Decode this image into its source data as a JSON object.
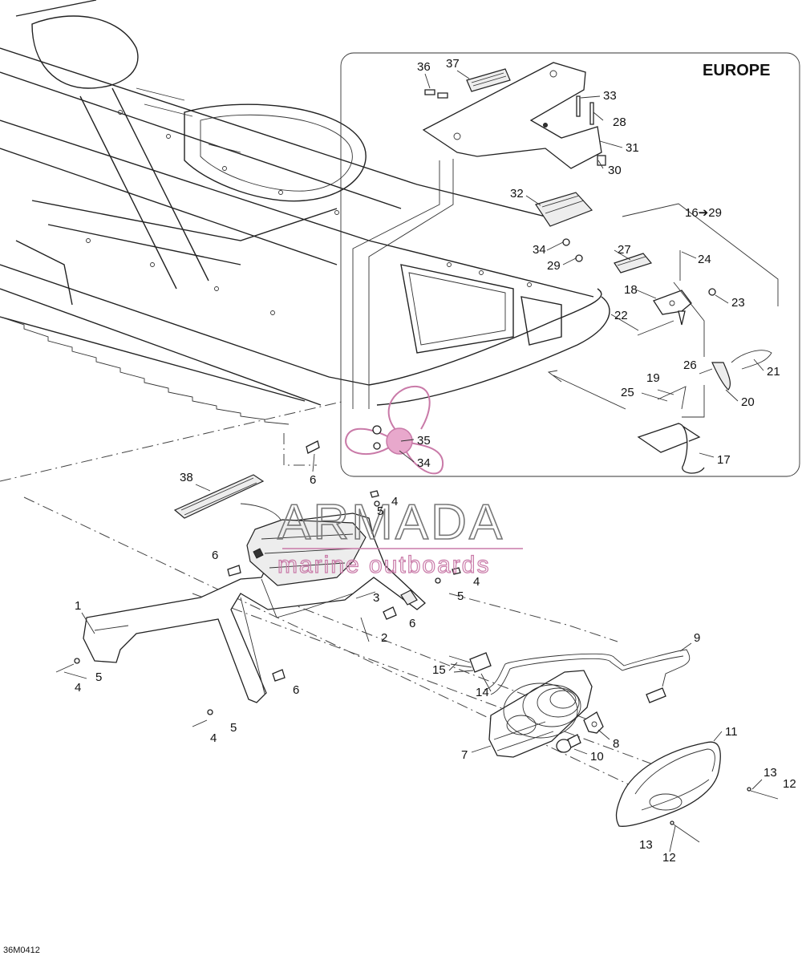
{
  "diagram": {
    "region_title": "EUROPE",
    "drawing_code": "36M0412",
    "callouts": [
      "1",
      "2",
      "3",
      "4",
      "5",
      "6",
      "7",
      "8",
      "9",
      "10",
      "11",
      "12",
      "13",
      "14",
      "15",
      "16➔29",
      "17",
      "18",
      "19",
      "20",
      "21",
      "22",
      "23",
      "24",
      "25",
      "26",
      "27",
      "28",
      "29",
      "30",
      "31",
      "32",
      "33",
      "34",
      "35",
      "36",
      "37",
      "38"
    ]
  },
  "watermark": {
    "name": "ARMADA",
    "tagline": "marine outboards",
    "colors": {
      "grey": "#777777",
      "pink": "#c97aa8"
    }
  }
}
